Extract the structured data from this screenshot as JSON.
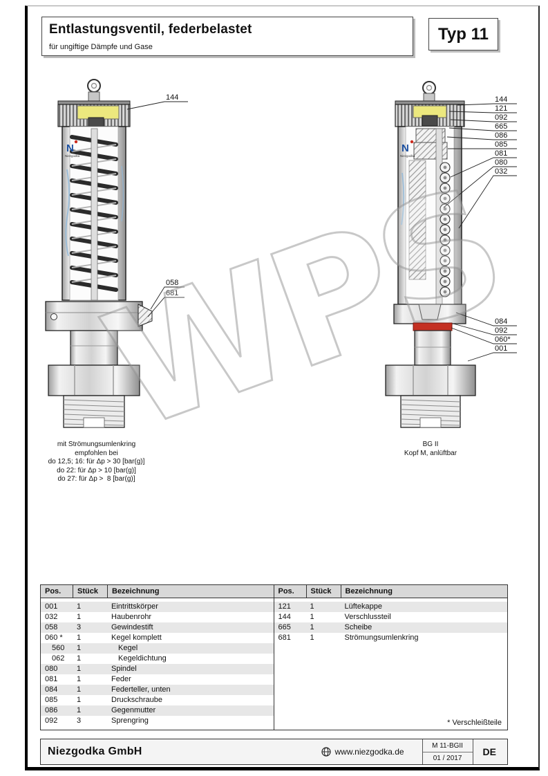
{
  "header": {
    "title": "Entlastungsventil, federbelastet",
    "subtitle": "für ungiftige Dämpfe und Gase",
    "type_label": "Typ 11"
  },
  "watermark": "WPS",
  "diagram_left": {
    "callouts": [
      "144",
      "058",
      "681"
    ],
    "caption": [
      "mit Strömungsumlenkring",
      "empfohlen bei",
      "do 12,5; 16: für Δp > 30 [bar(g)]",
      "do 22: für Δp > 10 [bar(g)]",
      "do 27: für Δp >  8 [bar(g)]"
    ],
    "logo_letter": "N",
    "logo_name": "Niezgodka"
  },
  "diagram_right": {
    "callouts": [
      "144",
      "121",
      "092",
      "665",
      "086",
      "085",
      "081",
      "080",
      "032",
      "084",
      "092",
      "060*",
      "001"
    ],
    "caption": [
      "BG II",
      "Kopf M, anlüftbar"
    ],
    "logo_letter": "N",
    "logo_name": "Niezgodka"
  },
  "parts_table": {
    "headers": [
      "Pos.",
      "Stück",
      "Bezeichnung"
    ],
    "left_rows": [
      {
        "pos": "001",
        "qty": "1",
        "name": "Eintrittskörper"
      },
      {
        "pos": "032",
        "qty": "1",
        "name": "Haubenrohr"
      },
      {
        "pos": "058",
        "qty": "3",
        "name": "Gewindestift"
      },
      {
        "pos": "060 *",
        "qty": "1",
        "name": "Kegel komplett"
      },
      {
        "pos": "560",
        "qty": "1",
        "name": "Kegel",
        "indent": true
      },
      {
        "pos": "062",
        "qty": "1",
        "name": "Kegeldichtung",
        "indent": true
      },
      {
        "pos": "080",
        "qty": "1",
        "name": "Spindel"
      },
      {
        "pos": "081",
        "qty": "1",
        "name": "Feder"
      },
      {
        "pos": "084",
        "qty": "1",
        "name": "Federteller, unten"
      },
      {
        "pos": "085",
        "qty": "1",
        "name": "Druckschraube"
      },
      {
        "pos": "086",
        "qty": "1",
        "name": "Gegenmutter"
      },
      {
        "pos": "092",
        "qty": "3",
        "name": "Sprengring"
      }
    ],
    "right_rows": [
      {
        "pos": "121",
        "qty": "1",
        "name": "Lüftekappe"
      },
      {
        "pos": "144",
        "qty": "1",
        "name": "Verschlussteil"
      },
      {
        "pos": "665",
        "qty": "1",
        "name": "Scheibe"
      },
      {
        "pos": "681",
        "qty": "1",
        "name": "Strömungsumlenkring"
      }
    ],
    "footnote": "* Verschleißteile"
  },
  "footer": {
    "company": "Niezgodka GmbH",
    "website": "www.niezgodka.de",
    "doc_number": "M 11-BGII",
    "doc_date": "01 / 2017",
    "language": "DE"
  },
  "colors": {
    "cap_yellow": "#ece87e",
    "seal_red": "#c43022",
    "logo_blue": "#1a4fa0"
  }
}
